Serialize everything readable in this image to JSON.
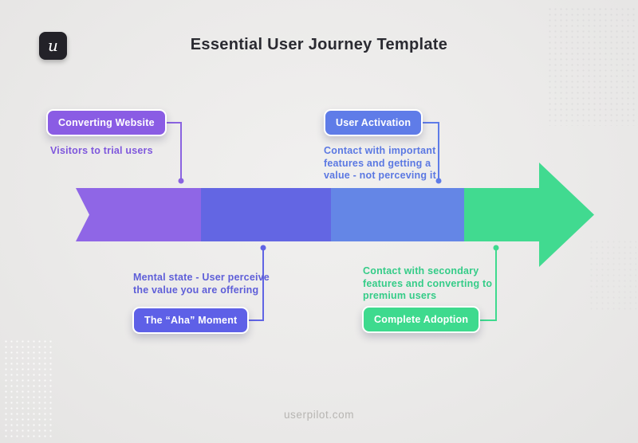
{
  "header": {
    "title": "Essential User Journey Template",
    "logo_letter": "u"
  },
  "arrow": {
    "segment_colors": [
      "#8f66e6",
      "#6366e3",
      "#6486e6",
      "#41da90"
    ],
    "connector_colors": [
      "#8a63e0",
      "#5f7ce8",
      "#6064e4",
      "#3eda8e"
    ]
  },
  "stages": [
    {
      "label": "Converting Website",
      "badge_color": "#8a5ce4",
      "description": "Visitors to trial users"
    },
    {
      "label": "User Activation",
      "badge_color": "#5f7ce8",
      "description": "Contact with important\nfeatures and getting a\nvalue - not perceving it"
    },
    {
      "label": "The “Aha” Moment",
      "badge_color": "#5e60e7",
      "description": "Mental state - User perceive\nthe value you are offering"
    },
    {
      "label": "Complete Adoption",
      "badge_color": "#3eda8e",
      "description": "Contact with secondary\nfeatures and converting to\npremium users"
    }
  ],
  "footer": {
    "site": "userpilot.com"
  }
}
